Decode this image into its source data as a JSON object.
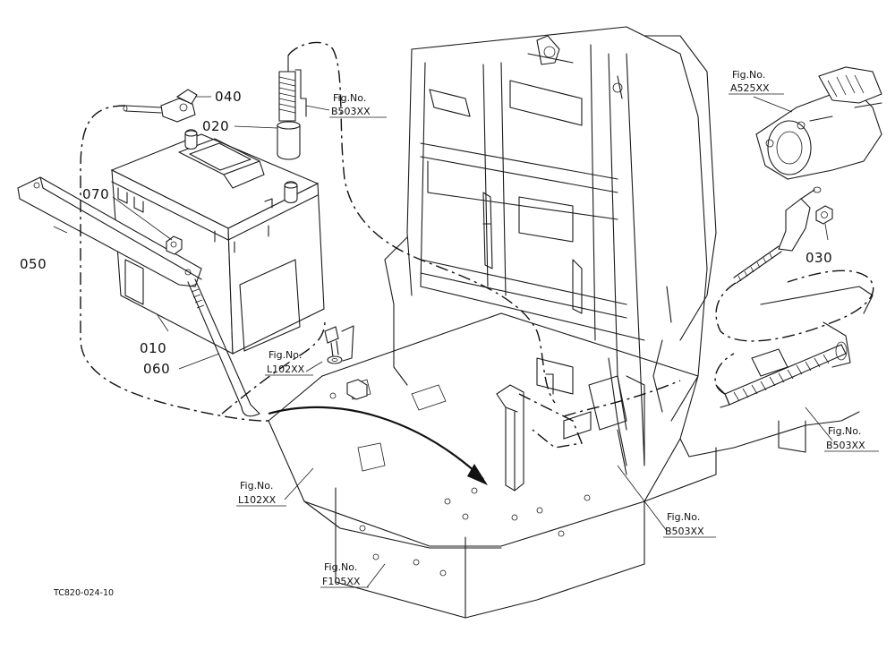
{
  "callouts": {
    "p040": "040",
    "p020": "020",
    "p070": "070",
    "p050": "050",
    "p010": "010",
    "p060": "060",
    "p030": "030"
  },
  "refs": {
    "fig_label": "Fig.No.",
    "b503_top": "B503XX",
    "a525": "A525XX",
    "l102_upper": "L102XX",
    "l102_lower": "L102XX",
    "b503_right": "B503XX",
    "b503_bottom": "B503XX",
    "f105": "F105XX"
  },
  "drawing_code": "TC820-024-10"
}
